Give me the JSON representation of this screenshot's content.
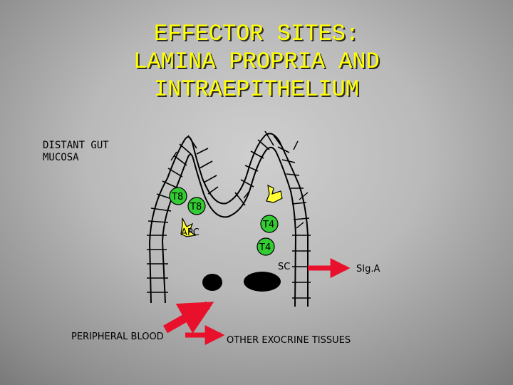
{
  "title": {
    "line1": "EFFECTOR SITES:",
    "line2": "LAMINA PROPRIA AND",
    "line3": "INTRAEPITHELIUM"
  },
  "region_label": {
    "line1": "DISTANT GUT",
    "line2": "MUCOSA"
  },
  "cells": {
    "t8_a": "T8",
    "t8_b": "T8",
    "t4_a": "T4",
    "t4_b": "T4",
    "apc": "APC",
    "sc": "SC"
  },
  "product": "SIg.A",
  "source_label": "PERIPHERAL BLOOD",
  "target_label": "OTHER EXOCRINE TISSUES",
  "colors": {
    "title": "#ffff00",
    "t_cell": "#33cc33",
    "apc": "#ffff33",
    "arrow": "#e8102a",
    "plasma": "#000000"
  }
}
